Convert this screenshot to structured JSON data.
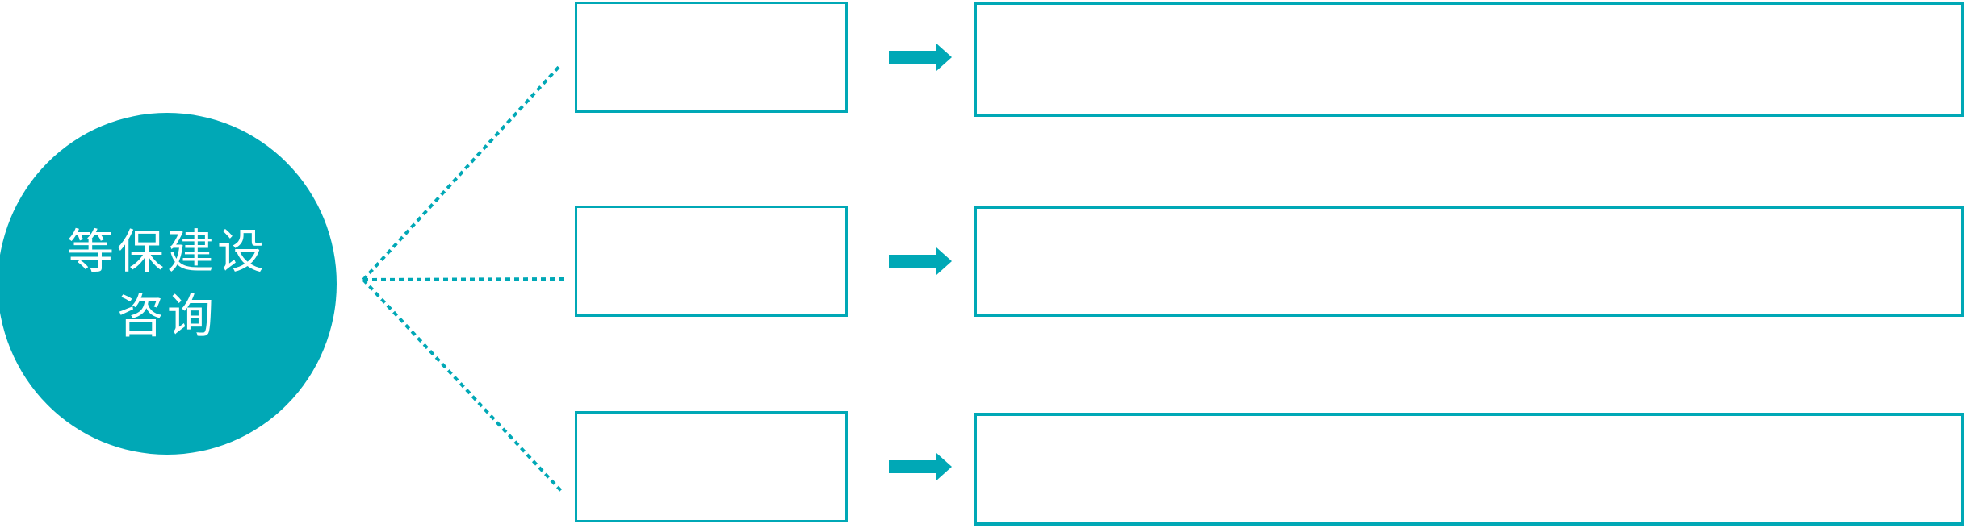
{
  "diagram": {
    "type": "hub-and-branches",
    "colors": {
      "teal": "#00a8b6",
      "text_on_teal": "#ffffff",
      "background": "#ffffff"
    },
    "center_node": {
      "full_label": "等保建设咨询",
      "line1": "等保建设",
      "line2": "咨询"
    },
    "branches": [
      {
        "index": 1,
        "small_box_text": "",
        "large_box_text": ""
      },
      {
        "index": 2,
        "small_box_text": "",
        "large_box_text": ""
      },
      {
        "index": 3,
        "small_box_text": "",
        "large_box_text": ""
      }
    ]
  }
}
